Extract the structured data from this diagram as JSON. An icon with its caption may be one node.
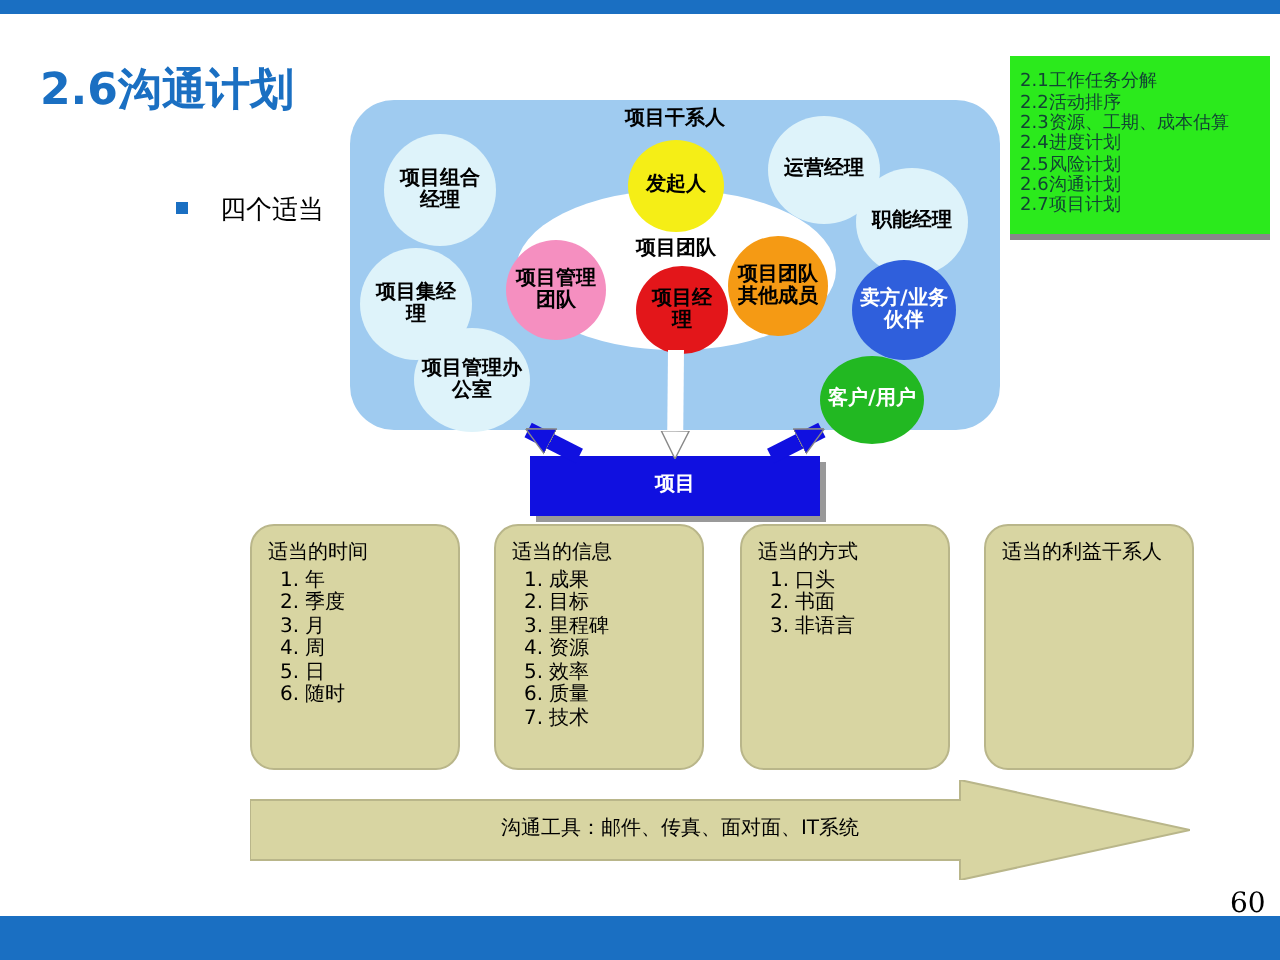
{
  "diagram": {
    "title": "2.6沟通计划",
    "nodes": [
      {
        "text": [
          "项目干系人"
        ]
      },
      {
        "text": [
          "项目组合经理"
        ],
        "in": 0
      },
      {
        "text": [
          "项目集经理"
        ],
        "in": 0
      },
      {
        "text": [
          "项目管理办公室"
        ],
        "in": 0
      },
      {
        "text": [
          "项目团队"
        ],
        "in": 0
      },
      {
        "text": [
          "发起人"
        ],
        "in": 0
      },
      {
        "text": [
          "项目管理团队"
        ],
        "in": 4
      },
      {
        "text": [
          "项目经理"
        ],
        "in": 4
      },
      {
        "text": [
          "项目团队其他成员"
        ],
        "in": 4
      },
      {
        "text": [
          "运营经理"
        ],
        "in": 0
      },
      {
        "text": [
          "职能经理"
        ],
        "in": 0
      },
      {
        "text": [
          "卖方/业务伙伴"
        ],
        "in": 0
      },
      {
        "text": [
          "客户/用户"
        ],
        "in": 0
      },
      {
        "text": [
          "项目"
        ]
      },
      {
        "text": [
          "2.1工作任务分解",
          "2.2活动排序",
          "2.3资源、工期、成本估算",
          "2.4进度计划",
          "2.5风险计划",
          "2.6沟通计划",
          "2.7项目计划"
        ]
      },
      {
        "text": [
          "适当的时间",
          "1. 年",
          "2. 季度",
          "3. 月",
          "4. 周",
          "5. 日",
          "6. 随时"
        ]
      },
      {
        "text": [
          "适当的信息",
          "1. 成果",
          "2. 目标",
          "3. 里程碑",
          "4. 资源",
          "5. 效率",
          "6. 质量",
          "7. 技术"
        ]
      },
      {
        "text": [
          "适当的方式",
          "1. 口头",
          "2. 书面",
          "3. 非语言"
        ]
      },
      {
        "text": [
          "适当的利益干系人"
        ]
      },
      {
        "text": [
          "沟通工具：邮件、传真、面对面、IT系统"
        ]
      }
    ],
    "edges": [
      {
        "from": 4,
        "to": 13,
        "arrow": "to",
        "color": "#ffffff"
      },
      {
        "from": 13,
        "to": 0,
        "arrow": "to"
      },
      {
        "from": 13,
        "to": 0,
        "arrow": "to"
      }
    ],
    "labels": [
      "四个适当",
      "60"
    ]
  }
}
